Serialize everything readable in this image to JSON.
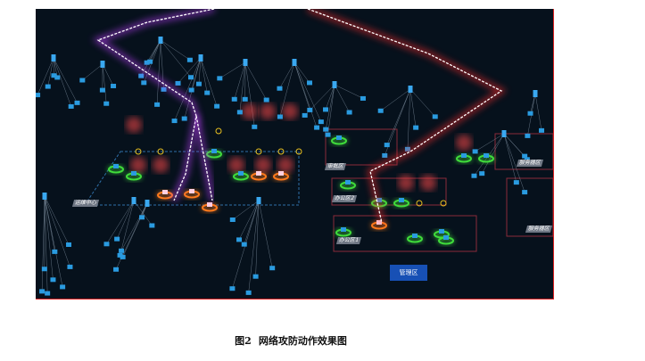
{
  "figure": {
    "zones": {
      "ops_center": "运维中心",
      "approval": "审批区",
      "office2": "办公区2",
      "office1": "办公区1",
      "server1": "服务器区",
      "server2": "服务器区",
      "management": "管理区"
    },
    "colors": {
      "background": "#06111c",
      "node": "#2a9be0",
      "attack_purple": "#c040ff",
      "attack_red": "#ff2a2a",
      "safe_ring": "#3fdc3a",
      "alert_ring": "#ff7a1a"
    }
  },
  "caption": {
    "number": "图2",
    "text": "网络攻防动作效果图"
  }
}
